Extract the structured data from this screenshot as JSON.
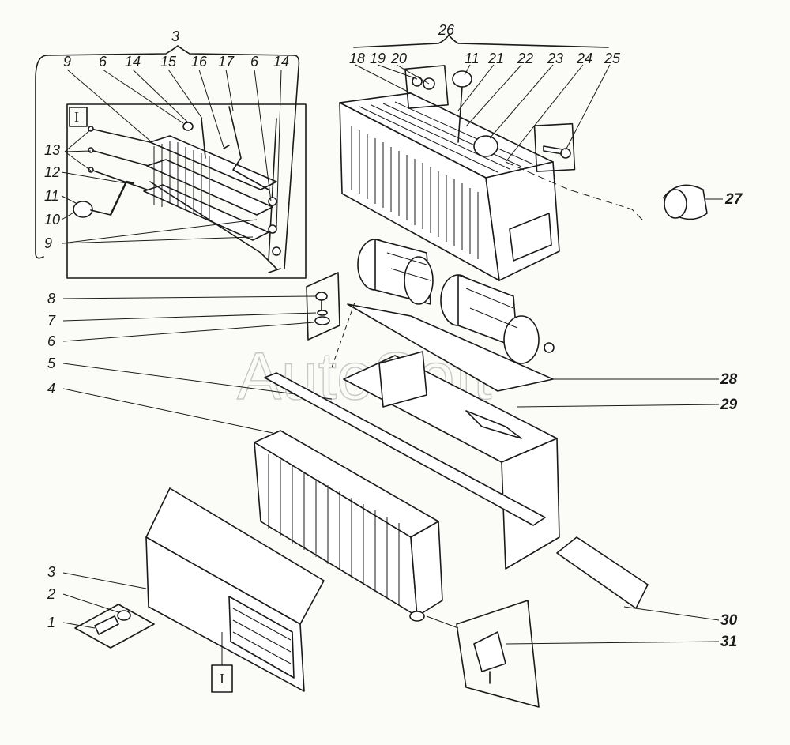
{
  "watermark": "AutoSoft",
  "inset_tag": "I",
  "view_tag": "I",
  "labels": {
    "l1": "1",
    "l2": "2",
    "l3": "3",
    "l4": "4",
    "l5": "5",
    "l6": "6",
    "l7": "7",
    "l8": "8",
    "l9a": "9",
    "l6a": "6",
    "l14a": "14",
    "l15": "15",
    "l16": "16",
    "l17": "17",
    "l6b": "6",
    "l14b": "14",
    "l3top": "3",
    "l13": "13",
    "l12": "12",
    "l11a": "11",
    "l10": "10",
    "l9b": "9",
    "l26": "26",
    "l18": "18",
    "l19": "19",
    "l20": "20",
    "l11b": "11",
    "l21": "21",
    "l22": "22",
    "l23": "23",
    "l24": "24",
    "l25": "25",
    "l27": "27",
    "l28": "28",
    "l29": "29",
    "l30": "30",
    "l31": "31"
  }
}
